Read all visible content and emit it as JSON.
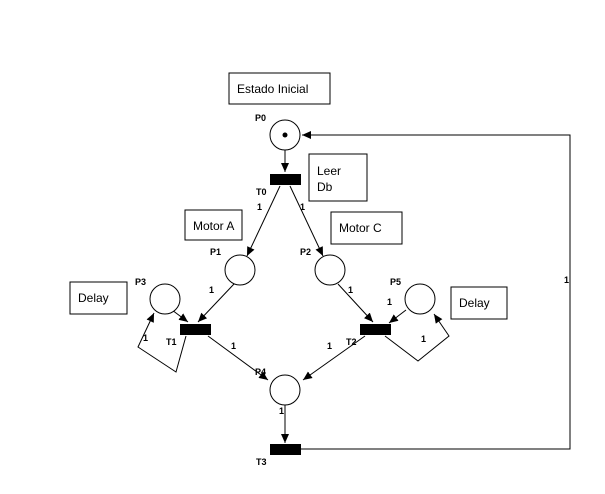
{
  "boxes": {
    "estado_inicial": "Estado Inicial",
    "leer_db_line1": "Leer",
    "leer_db_line2": "Db",
    "motor_a": "Motor A",
    "motor_c": "Motor C",
    "delay_left": "Delay",
    "delay_right": "Delay"
  },
  "places": {
    "p0": "P0",
    "p1": "P1",
    "p2": "P2",
    "p3": "P3",
    "p4": "P4",
    "p5": "P5"
  },
  "transitions": {
    "t0": "T0",
    "t1": "T1",
    "t2": "T2",
    "t3": "T3"
  },
  "weights": {
    "t0_p1": "1",
    "t0_p2": "1",
    "p1_t1": "1",
    "p2_t2": "1",
    "t1_p3": "1",
    "t2_p5": "1",
    "t1_p4": "1",
    "t2_p4": "1",
    "p4_t3": "1",
    "t3_p0": "1",
    "p5_t2": "1"
  },
  "marking": {
    "p0_tokens": 1
  }
}
